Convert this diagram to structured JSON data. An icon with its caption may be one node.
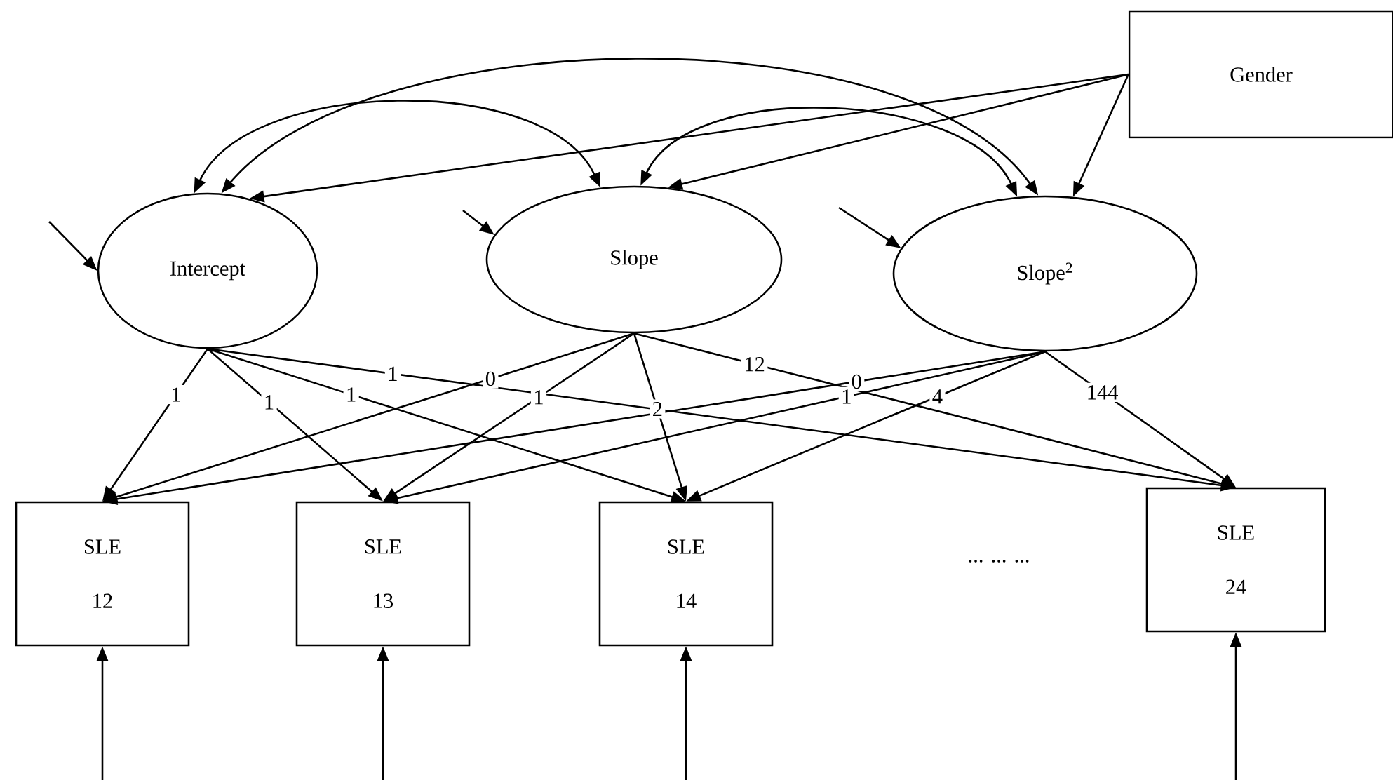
{
  "diagram": {
    "nodes": [
      {
        "text": [
          "Gender"
        ]
      },
      {
        "text": [
          "Intercept"
        ]
      },
      {
        "text": [
          "Slope"
        ]
      },
      {
        "text": [
          "Slope$^{2}$"
        ]
      },
      {
        "text": [
          "SLE 12"
        ]
      },
      {
        "text": [
          "SLE 13"
        ]
      },
      {
        "text": [
          "SLE 14"
        ]
      },
      {
        "text": [
          "SLE 24"
        ]
      }
    ],
    "edges": [
      {
        "from": 0,
        "to": 1,
        "arrow": "to"
      },
      {
        "from": 0,
        "to": 2,
        "arrow": "to"
      },
      {
        "from": 0,
        "to": 3,
        "arrow": "to"
      },
      {
        "from": 1,
        "to": 2,
        "arrow": "both"
      },
      {
        "from": 2,
        "to": 3,
        "arrow": "both"
      },
      {
        "from": 1,
        "to": 3,
        "arrow": "both"
      },
      {
        "from": null,
        "to": 1,
        "arrow": "to"
      },
      {
        "from": null,
        "to": 2,
        "arrow": "to"
      },
      {
        "from": null,
        "to": 3,
        "arrow": "to"
      },
      {
        "from": 1,
        "to": 4,
        "arrow": "to",
        "label": "1"
      },
      {
        "from": 1,
        "to": 5,
        "arrow": "to",
        "label": "1"
      },
      {
        "from": 1,
        "to": 6,
        "arrow": "to",
        "label": "1"
      },
      {
        "from": 1,
        "to": 7,
        "arrow": "to",
        "label": "1"
      },
      {
        "from": 2,
        "to": 4,
        "arrow": "to",
        "label": "0"
      },
      {
        "from": 2,
        "to": 5,
        "arrow": "to",
        "label": "1"
      },
      {
        "from": 2,
        "to": 6,
        "arrow": "to",
        "label": "2"
      },
      {
        "from": 2,
        "to": 7,
        "arrow": "to",
        "label": "12"
      },
      {
        "from": 3,
        "to": 4,
        "arrow": "to",
        "label": "0"
      },
      {
        "from": 3,
        "to": 5,
        "arrow": "to",
        "label": "1"
      },
      {
        "from": 3,
        "to": 6,
        "arrow": "to",
        "label": "4"
      },
      {
        "from": 3,
        "to": 7,
        "arrow": "to",
        "label": "144"
      },
      {
        "from": null,
        "to": 4,
        "arrow": "to"
      },
      {
        "from": null,
        "to": 5,
        "arrow": "to"
      },
      {
        "from": null,
        "to": 6,
        "arrow": "to"
      },
      {
        "from": null,
        "to": 7,
        "arrow": "to"
      }
    ],
    "labels": [
      "... ... ..."
    ]
  }
}
